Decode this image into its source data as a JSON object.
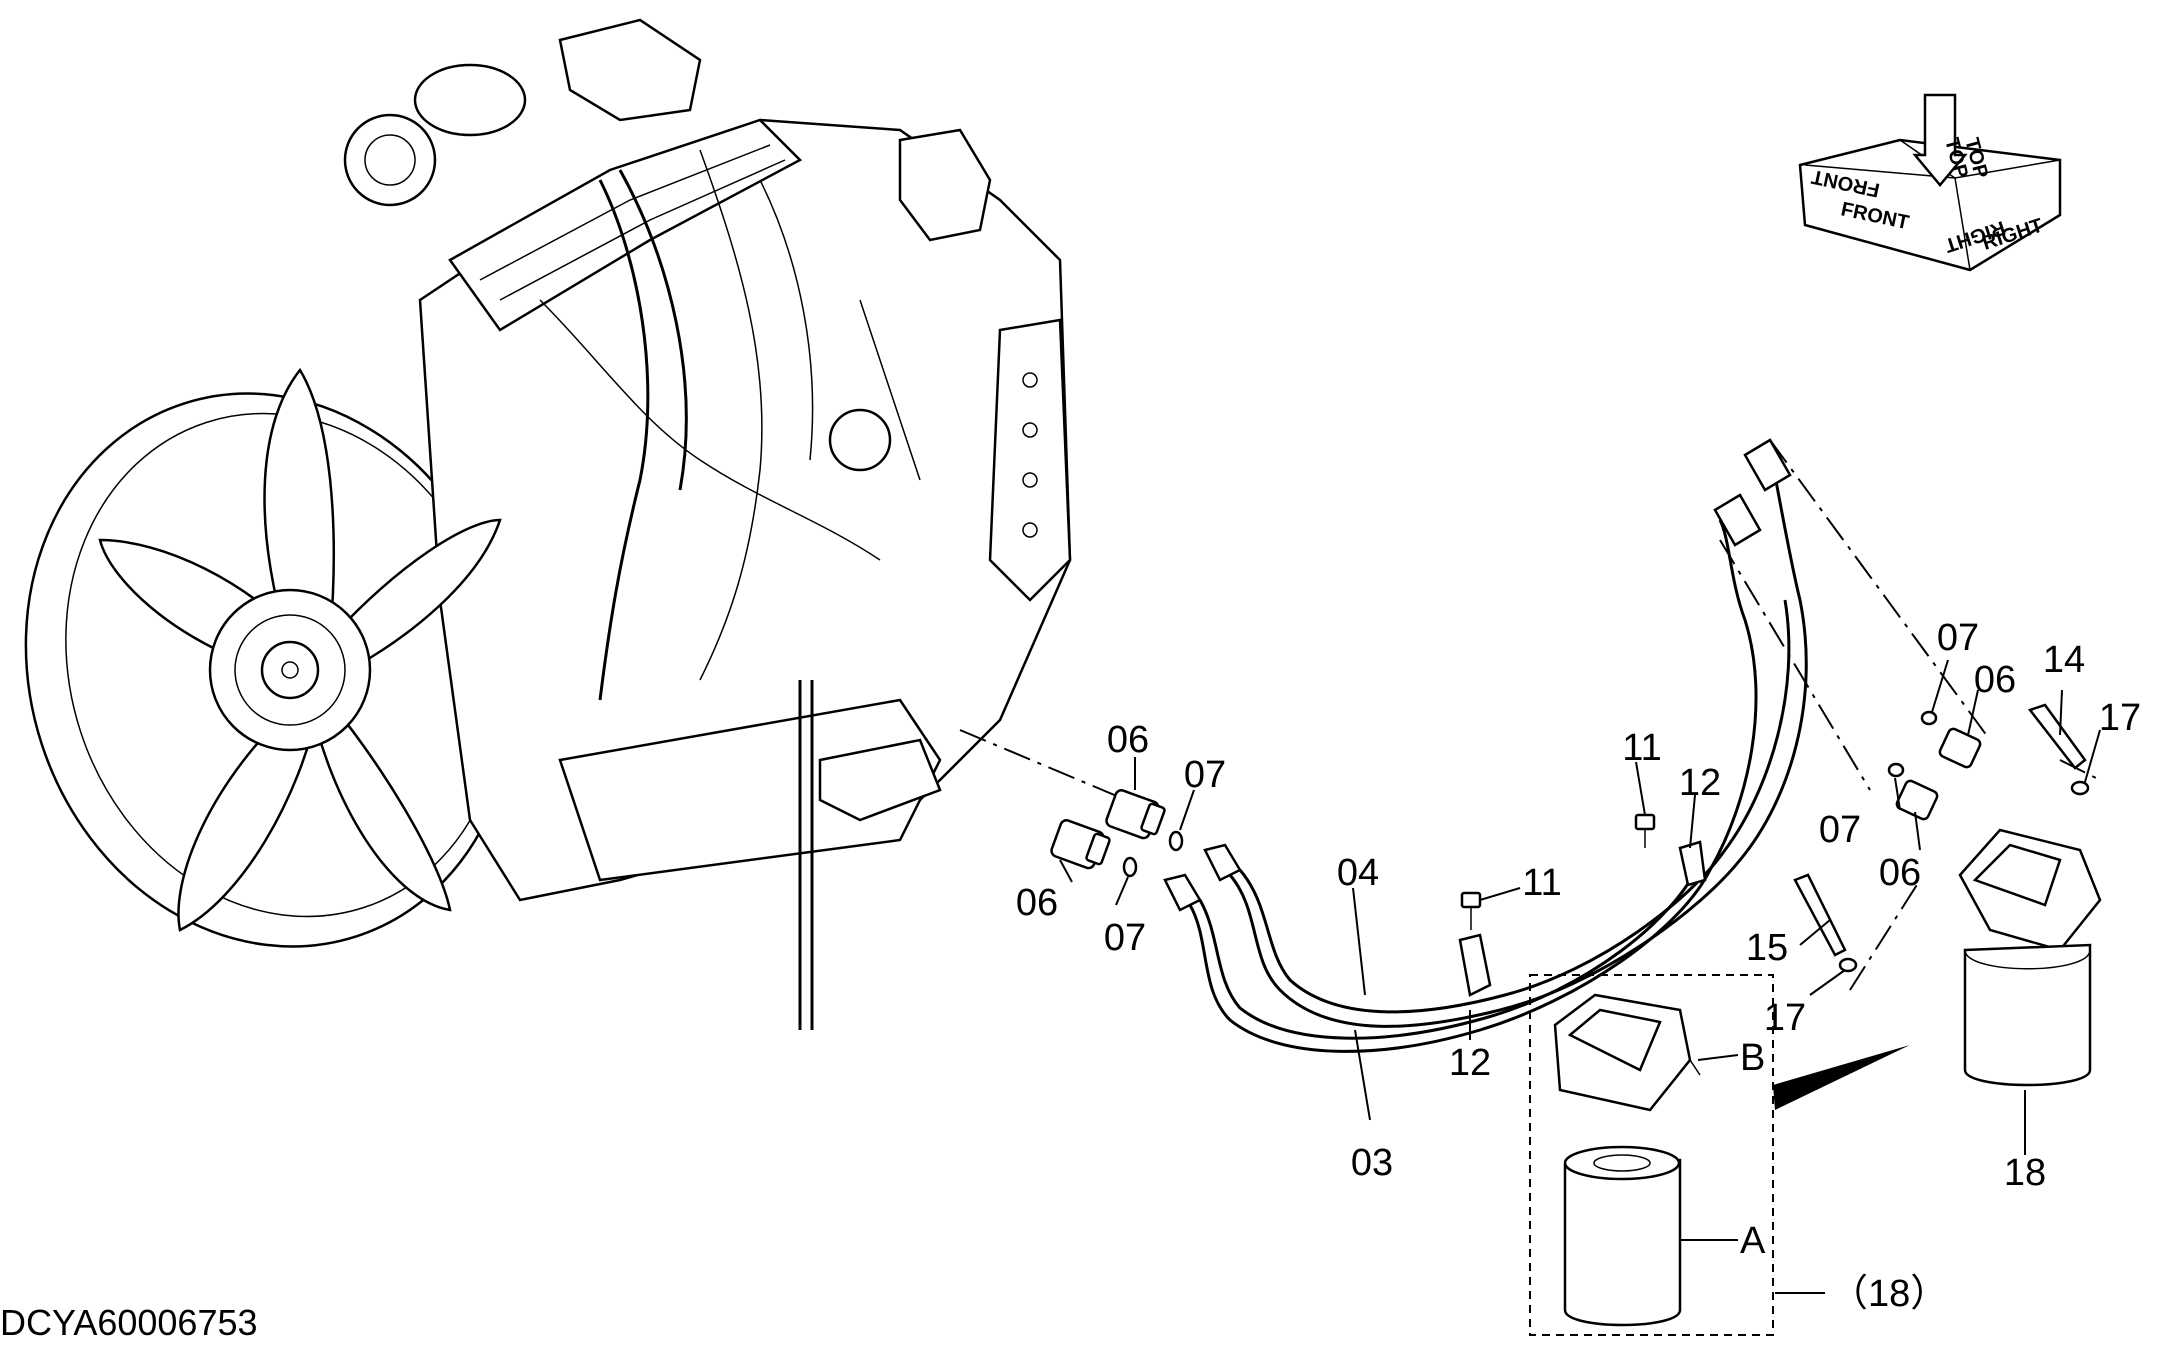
{
  "drawing_id": "DCYA60006753",
  "orientation_cube": {
    "labels": [
      "FRONT",
      "FRONT",
      "TOP",
      "TOP",
      "RIGHT",
      "RIGHT"
    ]
  },
  "callouts": {
    "p06_left": "06",
    "p06_mid": "06",
    "p07_upper": "07",
    "p07_lower": "07",
    "p04": "04",
    "p03": "03",
    "p11_upper": "11",
    "p11_lower": "11",
    "p12_upper": "12",
    "p12_lower": "12",
    "p07_right_upper": "07",
    "p07_right_lower": "07",
    "p06_right_upper": "06",
    "p06_right_lower": "06",
    "p14": "14",
    "p17_upper": "17",
    "p17_lower": "17",
    "p15": "15",
    "p18": "18",
    "detail_a": "A",
    "detail_b": "B",
    "detail_set": "（18）"
  }
}
